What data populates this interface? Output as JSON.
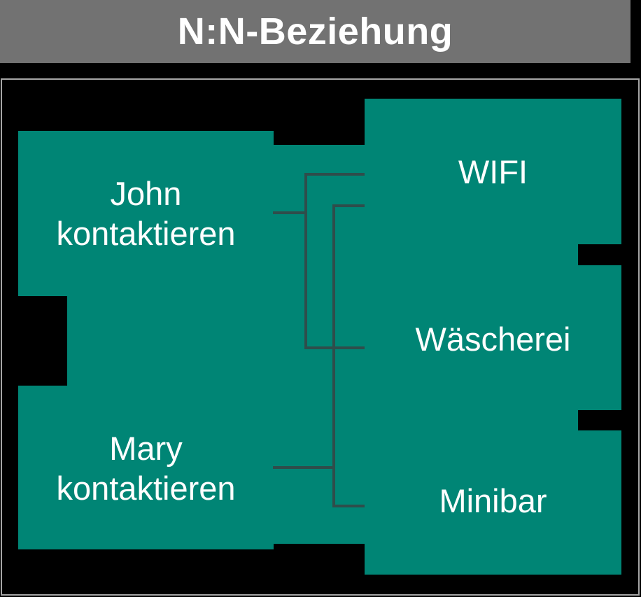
{
  "header": {
    "title": "N:N-Beziehung"
  },
  "diagram": {
    "left_entities": [
      {
        "id": "john",
        "label": "John\nkontaktieren"
      },
      {
        "id": "mary",
        "label": "Mary\nkontaktieren"
      }
    ],
    "right_entities": [
      {
        "id": "wifi",
        "label": "WIFI"
      },
      {
        "id": "waescherei",
        "label": "Wäscherei"
      },
      {
        "id": "minibar",
        "label": "Minibar"
      }
    ],
    "relationships": [
      {
        "from": "John kontaktieren",
        "to": "WIFI"
      },
      {
        "from": "John kontaktieren",
        "to": "Wäscherei"
      },
      {
        "from": "Mary kontaktieren",
        "to": "WIFI"
      },
      {
        "from": "Mary kontaktieren",
        "to": "Minibar"
      }
    ],
    "relationship_type": "N:N"
  },
  "colors": {
    "entity_teal": "#008575",
    "connector_line": "#2f4d4b",
    "header_gray": "#727272",
    "panel_border_gray": "#a6a6a6",
    "background_black": "#000000",
    "text_white": "#ffffff"
  }
}
